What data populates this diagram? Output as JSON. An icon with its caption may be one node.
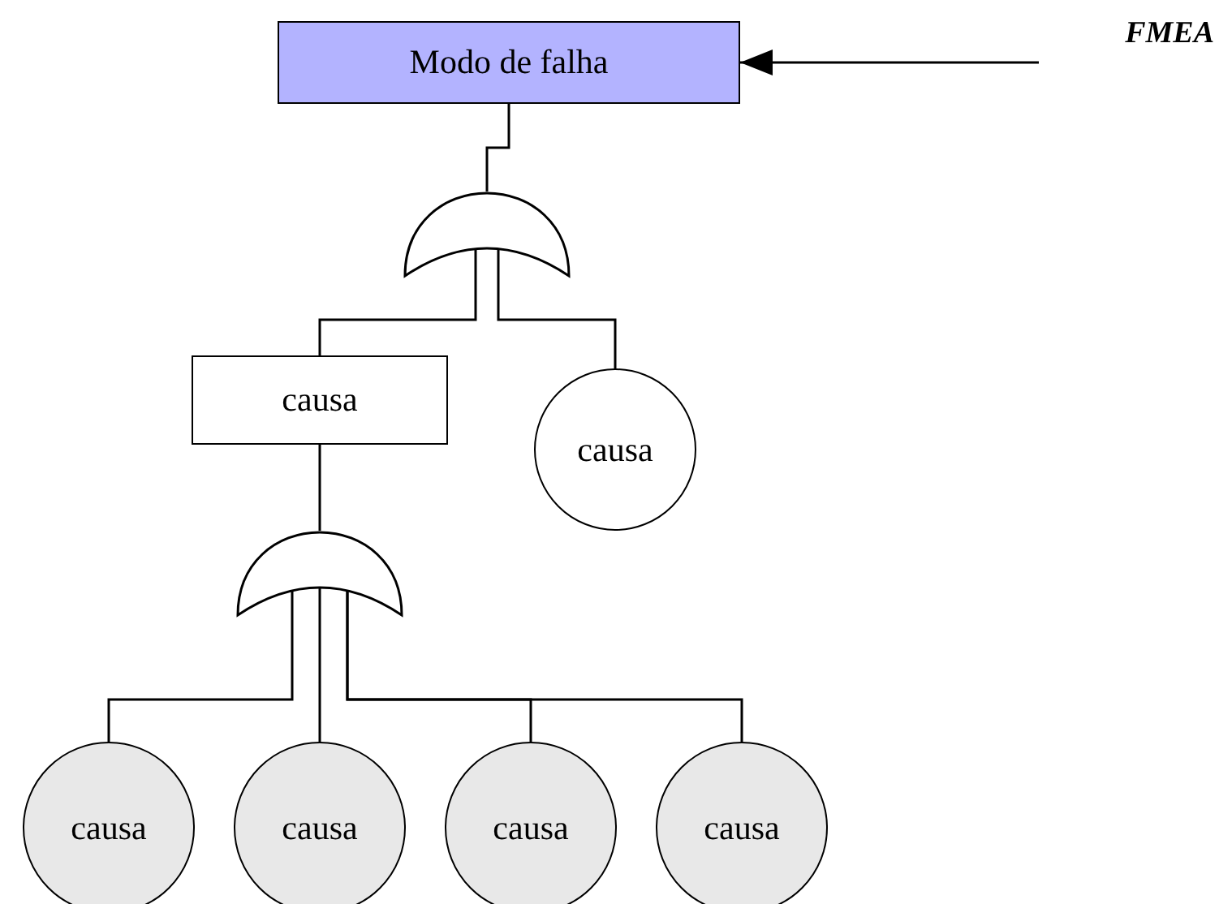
{
  "diagram": {
    "nodes": [
      {
        "text": [
          "Modo de falha"
        ]
      },
      {
        "text": [
          "FMEA"
        ]
      },
      {
        "text": [],
        "shape": "gate"
      },
      {
        "text": [
          "causa"
        ]
      },
      {
        "text": [
          "causa"
        ]
      },
      {
        "text": [],
        "shape": "gate"
      },
      {
        "text": [
          "causa"
        ]
      },
      {
        "text": [
          "causa"
        ]
      },
      {
        "text": [
          "causa"
        ]
      },
      {
        "text": [
          "causa"
        ]
      }
    ],
    "edges": [
      {
        "from": 1,
        "to": 0,
        "arrow": "to"
      },
      {
        "from": 0,
        "to": 2,
        "arrow": "none"
      },
      {
        "from": 2,
        "to": 3,
        "arrow": "none"
      },
      {
        "from": 2,
        "to": 4,
        "arrow": "none"
      },
      {
        "from": 3,
        "to": 5,
        "arrow": "none"
      },
      {
        "from": 5,
        "to": 6,
        "arrow": "none"
      },
      {
        "from": 5,
        "to": 7,
        "arrow": "none"
      },
      {
        "from": 5,
        "to": 8,
        "arrow": "none"
      },
      {
        "from": 5,
        "to": 9,
        "arrow": "none"
      }
    ]
  }
}
